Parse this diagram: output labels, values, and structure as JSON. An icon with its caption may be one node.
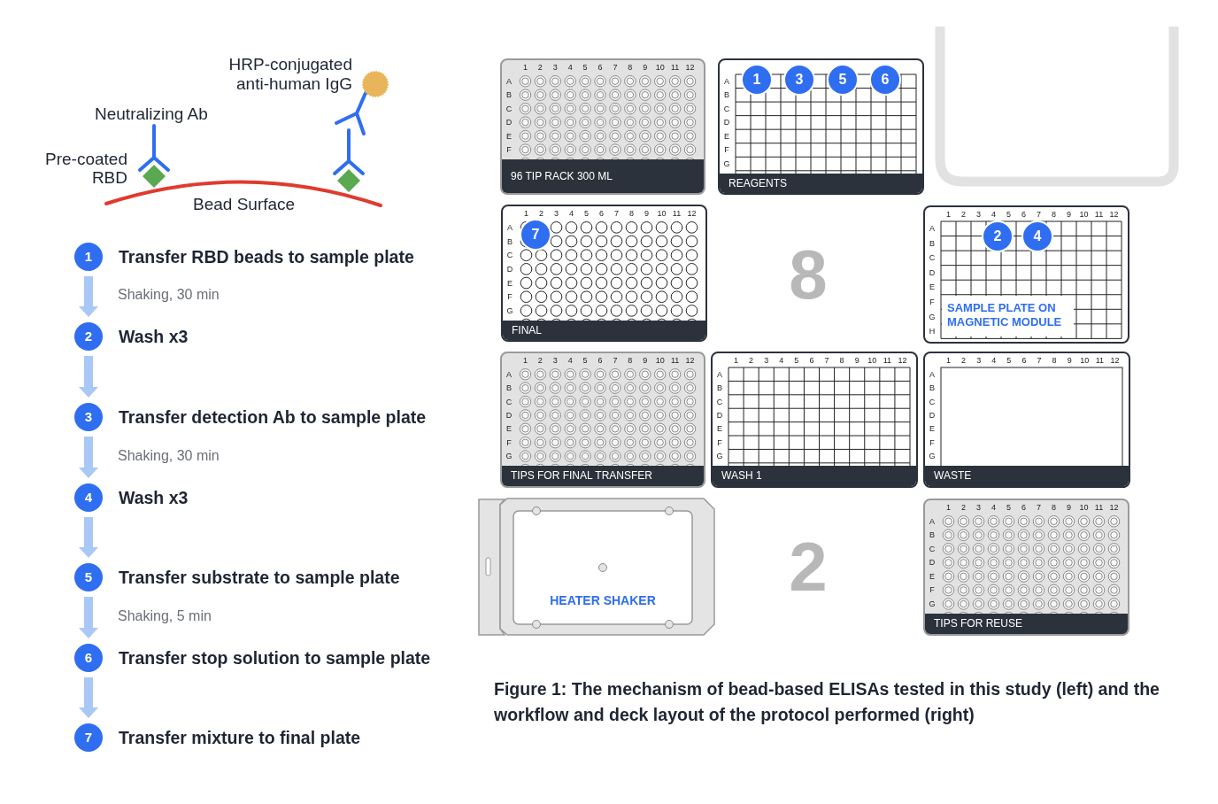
{
  "diagram": {
    "caption": "Figure 1: The mechanism of bead-based ELISAs tested in this study (left) and the workflow and deck layout of the protocol performed (right)",
    "nodes": [
      {
        "text": [
          "1",
          "Transfer RBD beads to sample plate"
        ]
      },
      {
        "text": [
          "2",
          "Wash x3"
        ]
      },
      {
        "text": [
          "3",
          "Transfer detection Ab to sample plate"
        ]
      },
      {
        "text": [
          "4",
          "Wash x3"
        ]
      },
      {
        "text": [
          "5",
          "Transfer substrate to sample plate"
        ]
      },
      {
        "text": [
          "6",
          "Transfer stop solution to sample plate"
        ]
      },
      {
        "text": [
          "7",
          "Transfer mixture to final plate"
        ]
      },
      {
        "text": [
          "96 TIP RACK 300 ML"
        ]
      },
      {
        "text": [
          "REAGENTS"
        ]
      },
      {
        "text": [
          "1"
        ],
        "in": 8
      },
      {
        "text": [
          "3"
        ],
        "in": 8
      },
      {
        "text": [
          "5"
        ],
        "in": 8
      },
      {
        "text": [
          "6"
        ],
        "in": 8
      },
      {
        "text": [
          "FINAL"
        ]
      },
      {
        "text": [
          "7"
        ],
        "in": 13
      },
      {
        "text": [
          "SAMPLE PLATE ON MAGNETIC MODULE"
        ]
      },
      {
        "text": [
          "2"
        ],
        "in": 15
      },
      {
        "text": [
          "4"
        ],
        "in": 15
      },
      {
        "text": [
          "TIPS FOR FINAL TRANSFER"
        ]
      },
      {
        "text": [
          "WASH 1"
        ]
      },
      {
        "text": [
          "WASTE"
        ]
      },
      {
        "text": [
          "HEATER SHAKER"
        ]
      },
      {
        "text": [
          "TIPS FOR REUSE"
        ]
      }
    ],
    "edges": [
      {
        "from": 0,
        "to": 1,
        "arrow": "to",
        "label": "Shaking, 30 min"
      },
      {
        "from": 1,
        "to": 2,
        "arrow": "to"
      },
      {
        "from": 2,
        "to": 3,
        "arrow": "to",
        "label": "Shaking, 30 min"
      },
      {
        "from": 3,
        "to": 4,
        "arrow": "to"
      },
      {
        "from": 4,
        "to": 5,
        "arrow": "to",
        "label": "Shaking, 5 min"
      },
      {
        "from": 5,
        "to": 6,
        "arrow": "to"
      }
    ],
    "labels": [
      "HRP-conjugated anti-human IgG",
      "Neutralizing Ab",
      "Pre-coated RBD",
      "Bead Surface",
      "1",
      "2",
      "3",
      "4",
      "5",
      "6",
      "7",
      "8",
      "9",
      "10",
      "11",
      "12",
      "A",
      "B",
      "C",
      "D",
      "E",
      "F",
      "A",
      "B",
      "C",
      "D",
      "E",
      "F",
      "G",
      "1",
      "2",
      "3",
      "4",
      "5",
      "6",
      "7",
      "8",
      "9",
      "10",
      "11",
      "12",
      "A",
      "B",
      "C",
      "D",
      "E",
      "F",
      "G",
      "8",
      "1",
      "2",
      "3",
      "4",
      "5",
      "6",
      "7",
      "8",
      "9",
      "10",
      "11",
      "12",
      "A",
      "B",
      "C",
      "D",
      "E",
      "F",
      "G",
      "H",
      "1",
      "2",
      "3",
      "4",
      "5",
      "6",
      "7",
      "8",
      "9",
      "10",
      "11",
      "12",
      "A",
      "B",
      "C",
      "D",
      "E",
      "F",
      "G",
      "1",
      "2",
      "3",
      "4",
      "5",
      "6",
      "7",
      "8",
      "9",
      "10",
      "11",
      "12",
      "A",
      "B",
      "C",
      "D",
      "E",
      "F",
      "G",
      "1",
      "2",
      "3",
      "4",
      "5",
      "6",
      "7",
      "8",
      "9",
      "10",
      "11",
      "12",
      "A",
      "B",
      "C",
      "D",
      "E",
      "F",
      "G",
      "2",
      "1",
      "2",
      "3",
      "4",
      "5",
      "6",
      "7",
      "8",
      "9",
      "10",
      "11",
      "12",
      "A",
      "B",
      "C",
      "D",
      "E",
      "F",
      "G"
    ]
  }
}
